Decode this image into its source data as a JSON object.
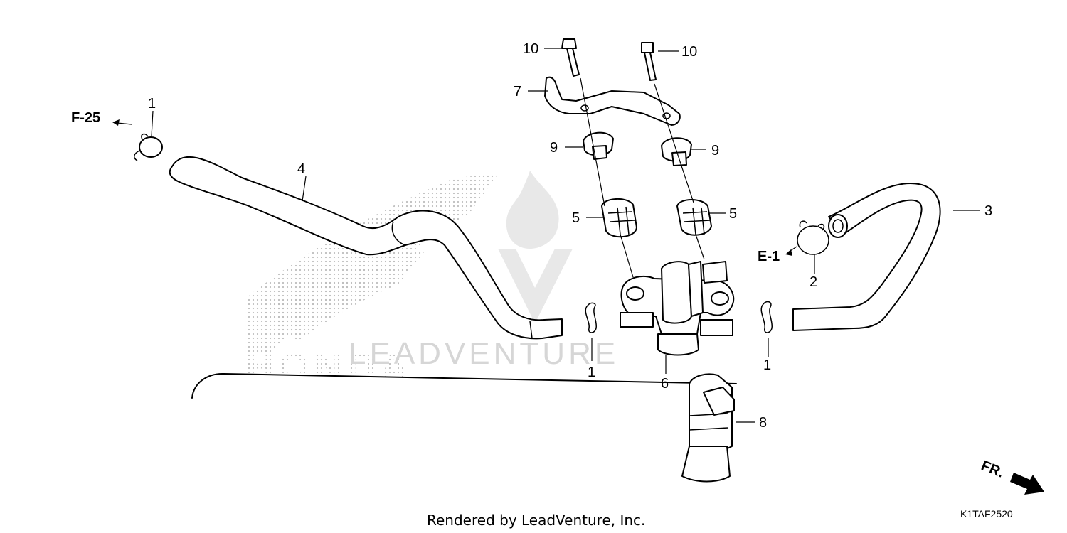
{
  "diagram": {
    "footer": "Rendered by LeadVenture, Inc.",
    "diagram_code": "K1TAF2520",
    "watermark_brand": "HONDA",
    "watermark_text": "LEADVENTURE",
    "direction_arrow": "FR.",
    "references": [
      "F-25",
      "E-1"
    ],
    "callouts": [
      {
        "key": "c1a",
        "text": "1"
      },
      {
        "key": "c1b",
        "text": "1"
      },
      {
        "key": "c1c",
        "text": "1"
      },
      {
        "key": "c2",
        "text": "2"
      },
      {
        "key": "c3",
        "text": "3"
      },
      {
        "key": "c4",
        "text": "4"
      },
      {
        "key": "c5a",
        "text": "5"
      },
      {
        "key": "c5b",
        "text": "5"
      },
      {
        "key": "c6",
        "text": "6"
      },
      {
        "key": "c7",
        "text": "7"
      },
      {
        "key": "c8",
        "text": "8"
      },
      {
        "key": "c9a",
        "text": "9"
      },
      {
        "key": "c9b",
        "text": "9"
      },
      {
        "key": "c10a",
        "text": "10"
      },
      {
        "key": "c10b",
        "text": "10"
      }
    ],
    "colors": {
      "line": "#000000",
      "watermark": "#d9d9d9",
      "background": "#ffffff"
    }
  }
}
